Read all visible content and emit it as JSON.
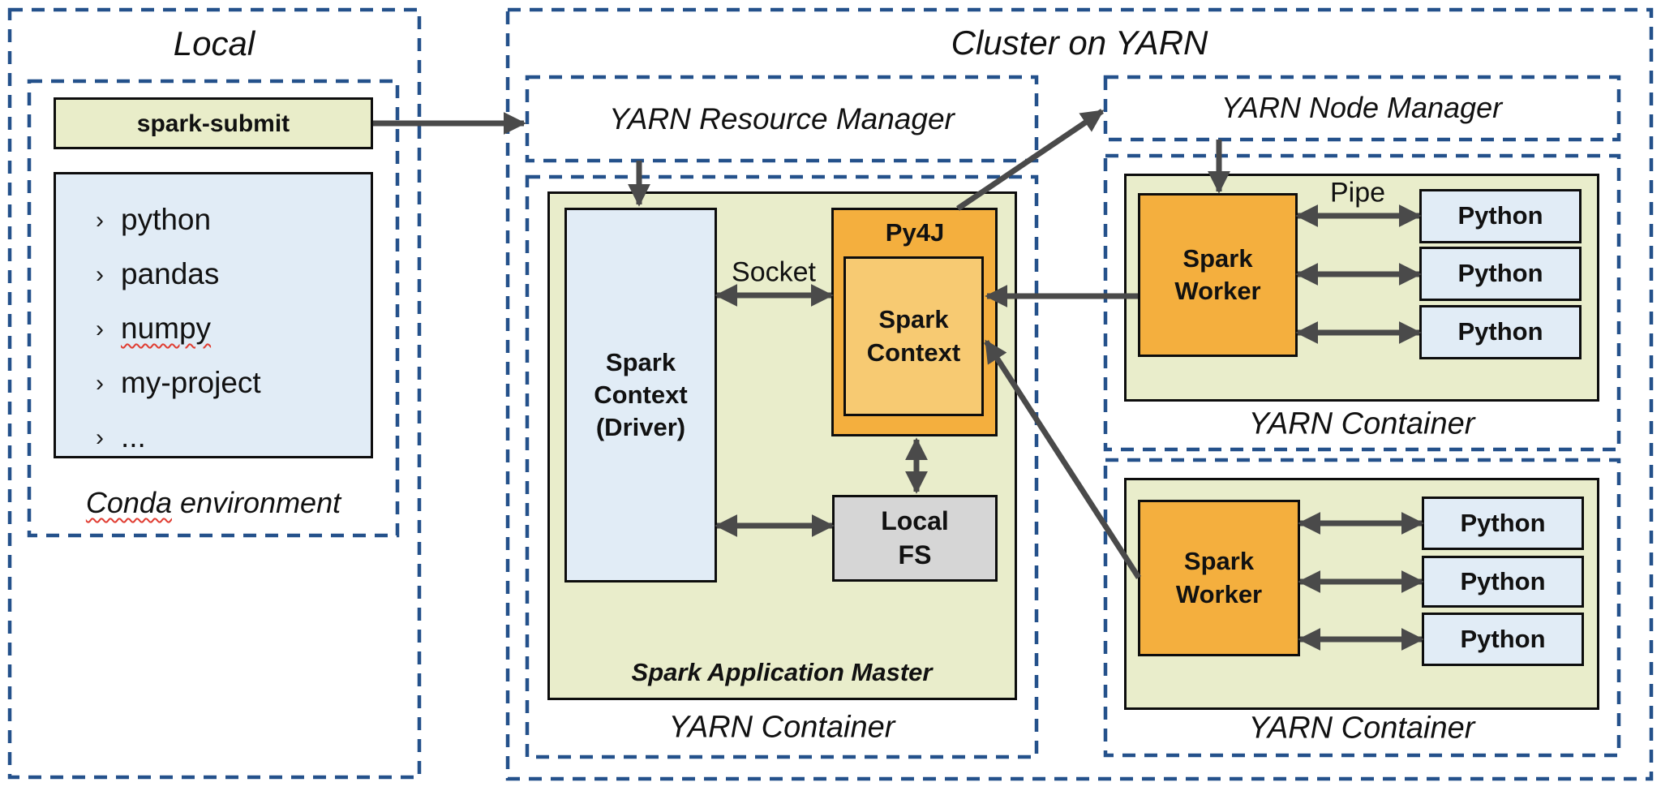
{
  "colors": {
    "dash_blue": "#24518B",
    "box_green": "#E9EDCB",
    "box_blue": "#E1ECF6",
    "box_orange": "#F4AF3E",
    "box_orange_light": "#F7CA72",
    "box_gray": "#D6D6D6",
    "box_submit_green": "#E9EDC9",
    "arrow_gray": "#4A4A4A",
    "squiggle_red": "#E03C31"
  },
  "local": {
    "title": "Local",
    "spark_submit_label": "spark-submit",
    "bullet": "›",
    "packages": [
      "python",
      "pandas",
      "numpy",
      "my-project",
      "..."
    ],
    "conda_caption_word": "Conda",
    "conda_caption_rest": "environment"
  },
  "cluster": {
    "title": "Cluster on YARN",
    "resource_manager_label": "YARN Resource Manager",
    "node_manager_label": "YARN Node Manager",
    "yarn_container_label": "YARN Container",
    "app_master": {
      "driver_label": "Spark\nContext\n(Driver)",
      "py4j_label": "Py4J",
      "spark_context_label": "Spark\nContext",
      "local_fs_label": "Local\nFS",
      "caption": "Spark Application Master",
      "socket_label": "Socket"
    },
    "workers": {
      "spark_worker_label": "Spark\nWorker",
      "python_label": "Python",
      "pipe_label": "Pipe"
    }
  }
}
